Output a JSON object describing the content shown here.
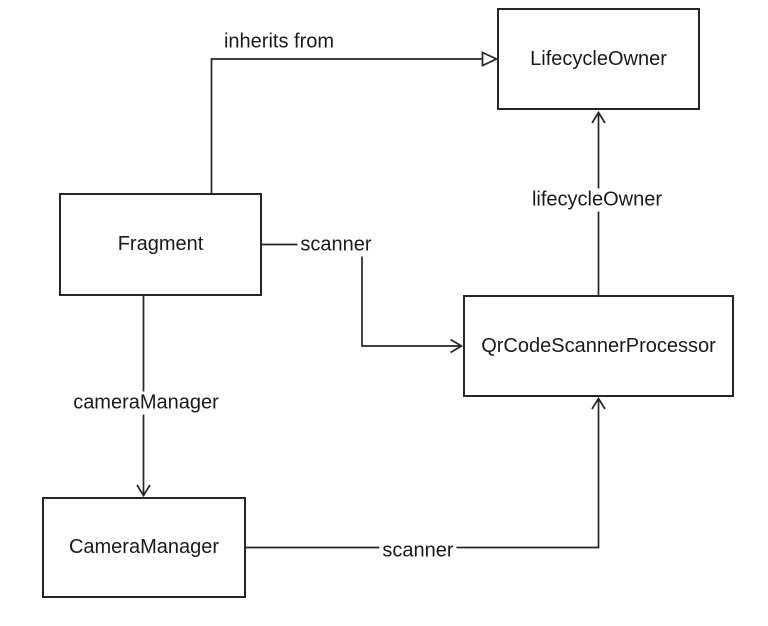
{
  "diagram": {
    "type": "class-dependency-diagram",
    "nodes": {
      "lifecycle_owner": {
        "label": "LifecycleOwner"
      },
      "fragment": {
        "label": "Fragment"
      },
      "qr_code_scanner_processor": {
        "label": "QrCodeScannerProcessor"
      },
      "camera_manager": {
        "label": "CameraManager"
      }
    },
    "edges": {
      "inherits_from": {
        "label": "inherits from",
        "from": "Fragment",
        "to": "LifecycleOwner",
        "arrowhead": "hollow-triangle"
      },
      "fragment_scanner": {
        "label": "scanner",
        "from": "Fragment",
        "to": "QrCodeScannerProcessor",
        "arrowhead": "open-v"
      },
      "camera_manager_ref": {
        "label": "cameraManager",
        "from": "Fragment",
        "to": "CameraManager",
        "arrowhead": "open-v"
      },
      "lifecycle_owner_ref": {
        "label": "lifecycleOwner",
        "from": "QrCodeScannerProcessor",
        "to": "LifecycleOwner",
        "arrowhead": "open-v"
      },
      "camera_scanner": {
        "label": "scanner",
        "from": "CameraManager",
        "to": "QrCodeScannerProcessor",
        "arrowhead": "open-v"
      }
    },
    "colors": {
      "background": "#ffffff",
      "node_fill": "#ffffff",
      "stroke": "#262626",
      "text": "#1a1a1a"
    }
  }
}
